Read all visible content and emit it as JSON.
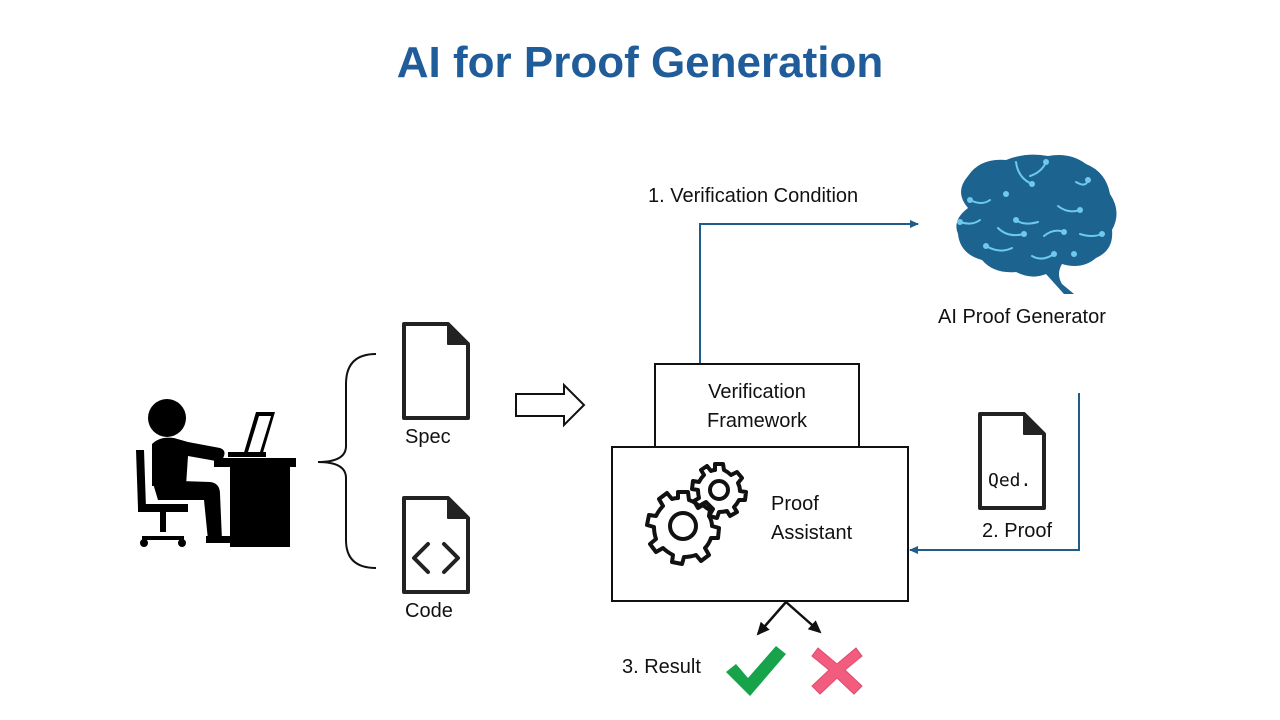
{
  "title": "AI for Proof Generation",
  "labels": {
    "spec": "Spec",
    "code": "Code",
    "verification_framework_line1": "Verification",
    "verification_framework_line2": "Framework",
    "proof_assistant_line1": "Proof",
    "proof_assistant_line2": "Assistant",
    "ai_proof_generator": "AI Proof Generator",
    "step1": "1. Verification Condition",
    "step2": "2. Proof",
    "step3": "3. Result",
    "qed_document": "Qed."
  },
  "colors": {
    "title": "#1f5c99",
    "arrow": "#1f5c8a",
    "brain": "#1d6390",
    "brain_nodes": "#6ec9ee",
    "check": "#16a34a",
    "cross": "#f25c7e"
  },
  "icons": [
    "user-at-desk-icon",
    "document-icon",
    "code-document-icon",
    "gears-icon",
    "brain-icon",
    "checkmark-icon",
    "cross-icon"
  ]
}
